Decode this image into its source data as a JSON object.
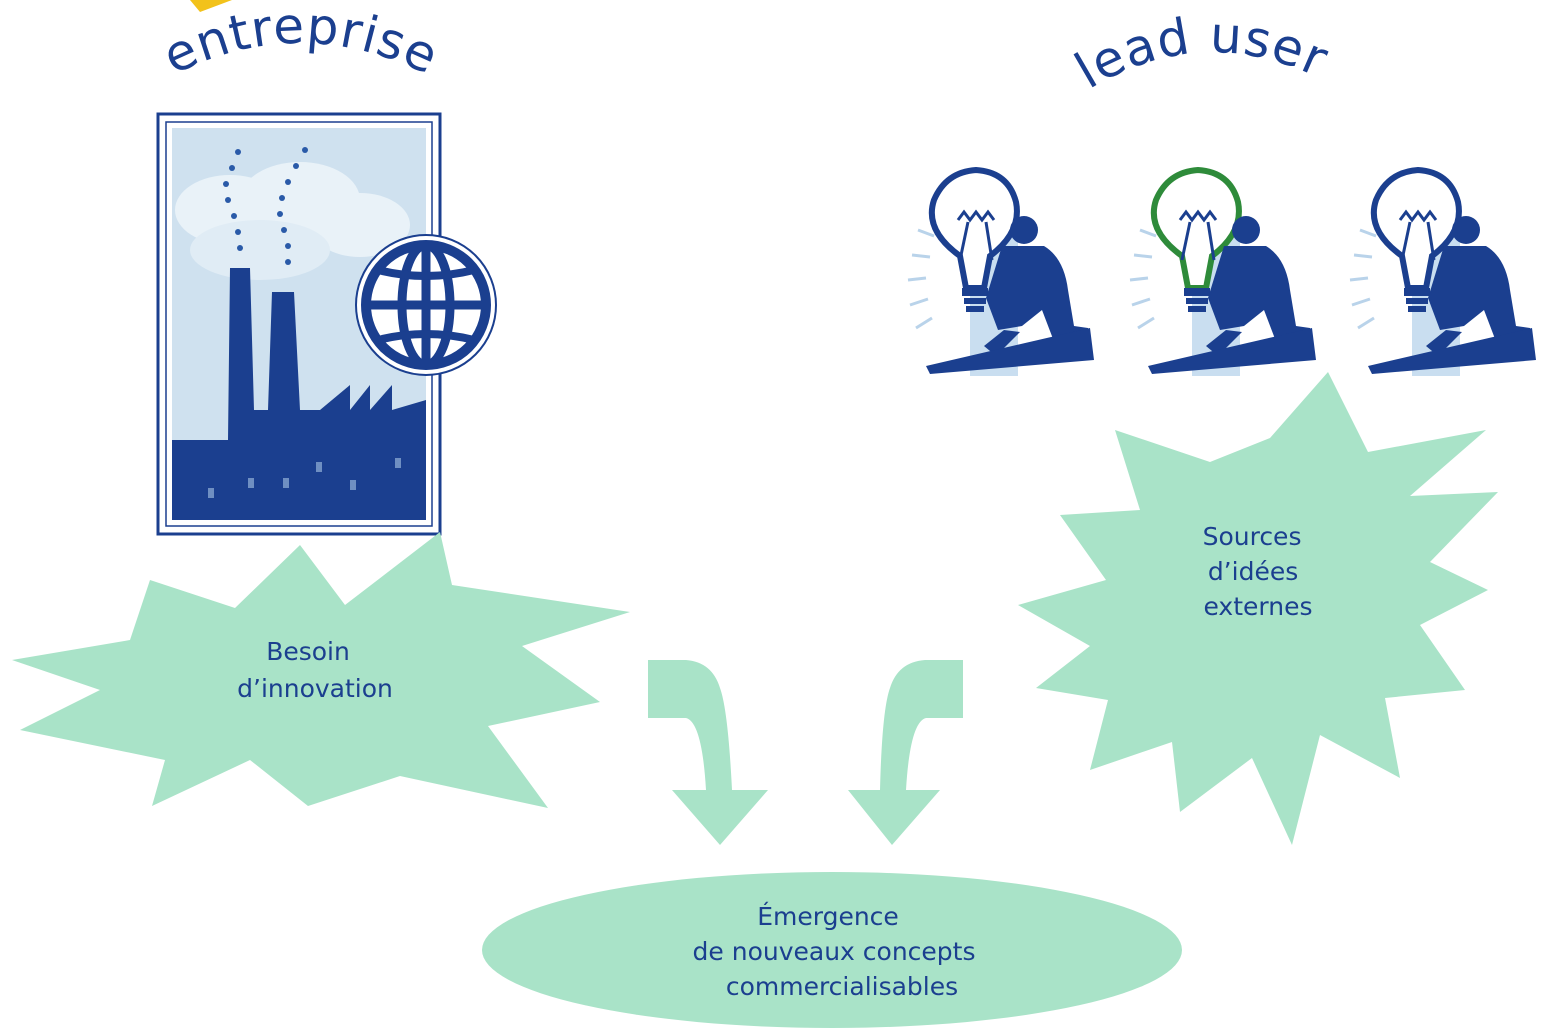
{
  "headings": {
    "enterprise": "entreprise",
    "lead_user": "lead user"
  },
  "nodes": {
    "need": {
      "lines": [
        "Besoin",
        "d’innovation"
      ]
    },
    "sources": {
      "lines": [
        "Sources",
        "d’idées",
        "externes"
      ]
    },
    "emergence": {
      "lines": [
        "Émergence",
        "de nouveaux concepts",
        "commercialisables"
      ]
    }
  },
  "colors": {
    "navy": "#1b3f8f",
    "mint": "#a9e3c8",
    "light_blue": "#c9def0",
    "yellow": "#f2c21b",
    "green_bulb": "#2e8b3a"
  },
  "icons": {
    "factory": "factory-icon",
    "globe": "globe-icon",
    "lead_users": [
      "lightbulb-person-icon",
      "lightbulb-person-icon",
      "lightbulb-person-icon"
    ]
  }
}
